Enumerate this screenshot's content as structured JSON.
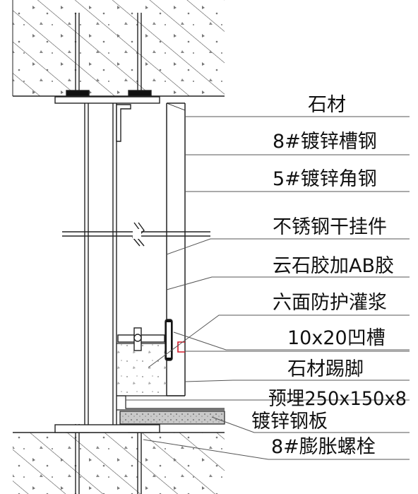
{
  "labels": [
    "石材",
    "8#镀锌槽钢",
    "5#镀锌角钢",
    "不锈钢干挂件",
    "云石胶加AB胶",
    "六面防护灌浆",
    "10x20凹槽",
    "石材踢脚",
    "预埋250x150x8",
    "镀锌钢板",
    "8#膨胀螺栓"
  ],
  "colors": {
    "line": "#222222",
    "leader": "#555555",
    "groove": "#d11a2a",
    "hatch": "#444444"
  }
}
